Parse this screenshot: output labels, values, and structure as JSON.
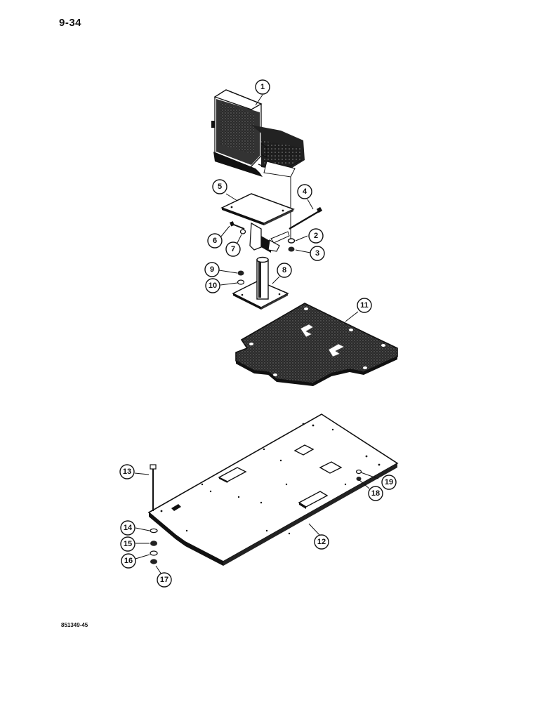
{
  "page": {
    "number": "9-34",
    "figure_code": "851349-45"
  },
  "callouts": [
    {
      "id": "1",
      "label": "1"
    },
    {
      "id": "2",
      "label": "2"
    },
    {
      "id": "3",
      "label": "3"
    },
    {
      "id": "4",
      "label": "4"
    },
    {
      "id": "5",
      "label": "5"
    },
    {
      "id": "6",
      "label": "6"
    },
    {
      "id": "7",
      "label": "7"
    },
    {
      "id": "8",
      "label": "8"
    },
    {
      "id": "9",
      "label": "9"
    },
    {
      "id": "10",
      "label": "10"
    },
    {
      "id": "11",
      "label": "11"
    },
    {
      "id": "12",
      "label": "12"
    },
    {
      "id": "13",
      "label": "13"
    },
    {
      "id": "14",
      "label": "14"
    },
    {
      "id": "15",
      "label": "15"
    },
    {
      "id": "16",
      "label": "16"
    },
    {
      "id": "17",
      "label": "17"
    },
    {
      "id": "18",
      "label": "18"
    },
    {
      "id": "19",
      "label": "19"
    }
  ]
}
